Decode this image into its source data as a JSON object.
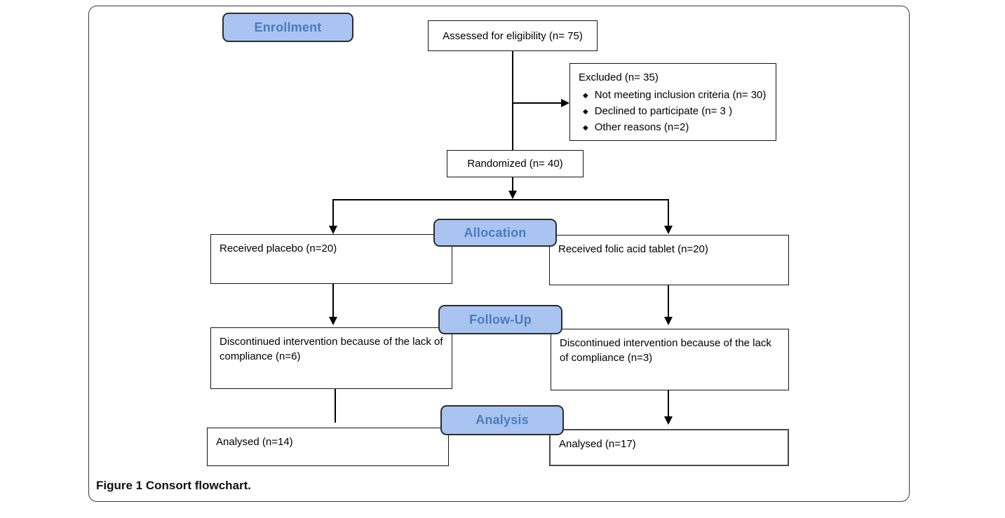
{
  "figure": {
    "caption_label": "Figure 1",
    "caption_text": " Consort flowchart."
  },
  "colors": {
    "label_fill": "#a9c4f1",
    "label_text": "#4a7bbf",
    "box_border": "#141414",
    "arrow": "#000000",
    "background": "#ffffff"
  },
  "stage_labels": {
    "enrollment": "Enrollment",
    "allocation": "Allocation",
    "followup": "Follow-Up",
    "analysis": "Analysis"
  },
  "nodes": {
    "assessed": "Assessed for eligibility (n= 75)",
    "excluded": {
      "title": "Excluded (n= 35)",
      "bullet_icon": "diamond-bullet",
      "items": [
        "Not meeting inclusion criteria (n= 30)",
        "Declined to participate (n= 3 )",
        "Other reasons (n=2)"
      ]
    },
    "randomized": "Randomized (n= 40)",
    "allocation_left": "Received placebo (n=20)",
    "allocation_right": "Received folic acid tablet (n=20)",
    "followup_left": "Discontinued intervention because of the lack of compliance (n=6)",
    "followup_right": "Discontinued intervention because of the lack of compliance (n=3)",
    "analysis_left": "Analysed (n=14)",
    "analysis_right": "Analysed (n=17)"
  }
}
